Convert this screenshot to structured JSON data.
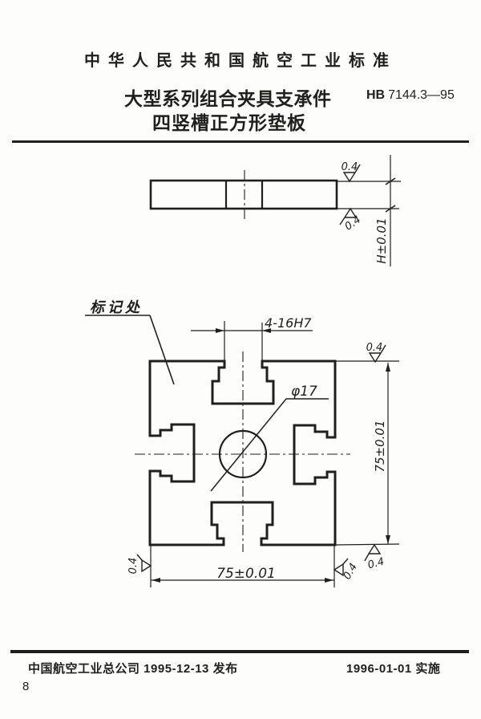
{
  "document": {
    "standard_title": "中华人民共和国航空工业标准",
    "subject_line1": "大型系列组合夹具支承件",
    "subject_line2": "四竖槽正方形垫板",
    "standard_no_prefix": "HB",
    "standard_no_value": "7144.3—95"
  },
  "side_view": {
    "thickness_dim": "H±0.01",
    "roughness_top": "0.4",
    "roughness_bottom": "0.4"
  },
  "plan_view": {
    "marking_label": "标记处",
    "slots_dim": "4-16H7",
    "hole_dim": "φ17",
    "width_dim": "75±0.01",
    "height_dim": "75±0.01",
    "roughness_top_right": "0.4",
    "roughness_mid_bottom_right": "0.4",
    "roughness_bottom_left": "0.4",
    "roughness_bottom_right": "0.4"
  },
  "footer": {
    "issuer_line": "中国航空工业总公司 1995-12-13 发布",
    "implement_line": "1996-01-01 实施",
    "page_number": "8"
  },
  "colors": {
    "ink": "#1f1f1f",
    "paper": "#fdfdfb"
  }
}
